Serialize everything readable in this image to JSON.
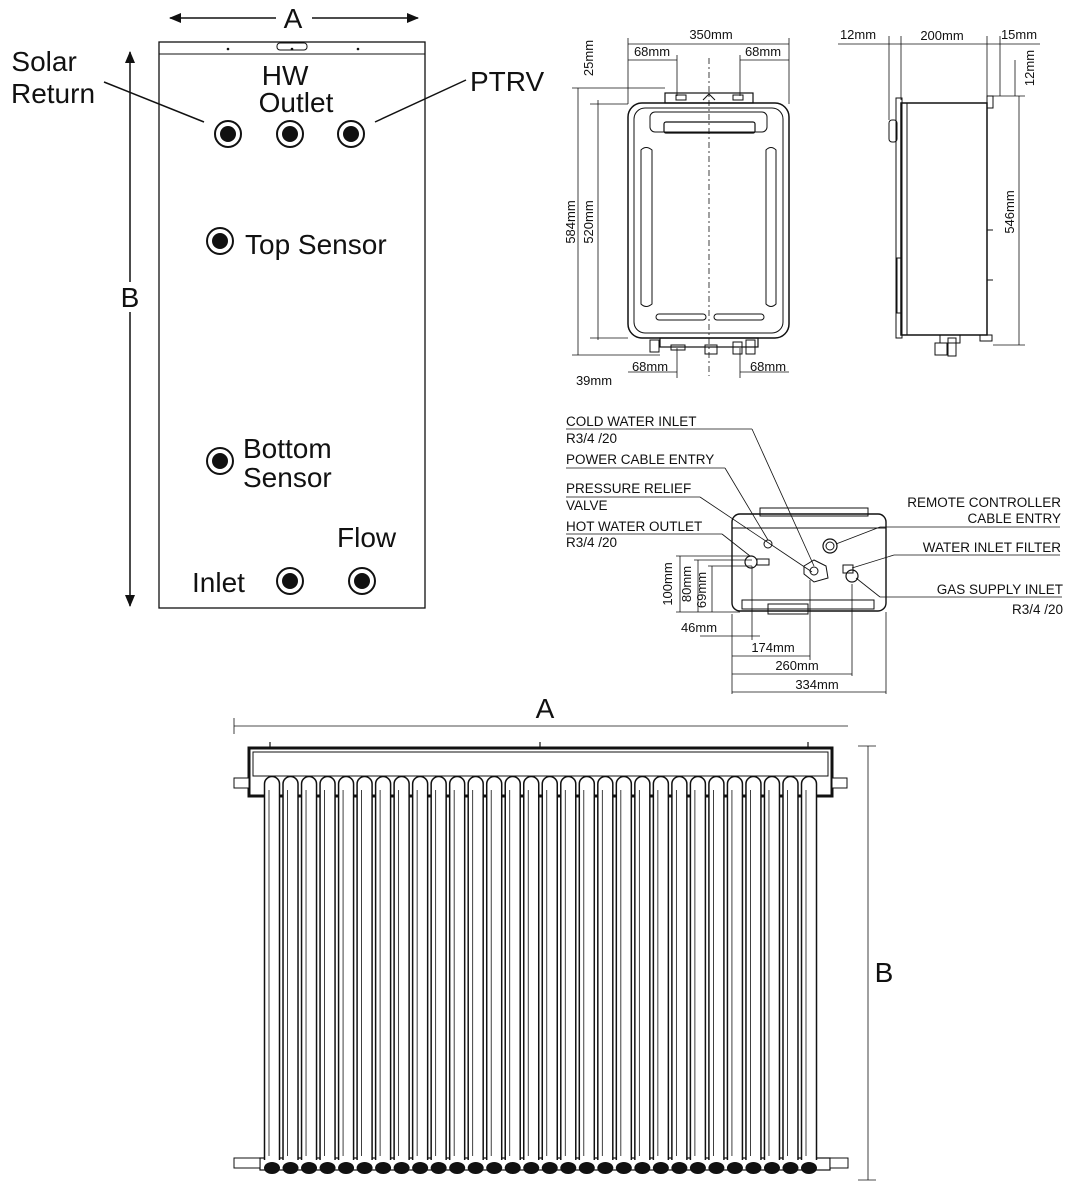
{
  "tank": {
    "dim_width_label": "A",
    "dim_height_label": "B",
    "ports": {
      "solar_return": [
        "Solar",
        "Return"
      ],
      "hw_outlet": [
        "HW",
        "Outlet"
      ],
      "ptrv": "PTRV",
      "top_sensor": "Top Sensor",
      "bottom_sensor": [
        "Bottom",
        "Sensor"
      ],
      "flow": "Flow",
      "inlet": "Inlet"
    }
  },
  "front_view": {
    "width": "350mm",
    "bracket_left": "68mm",
    "bracket_right": "68mm",
    "top_offset": "25mm",
    "height_total": "584mm",
    "height_body": "520mm",
    "bottom_offset": "39mm",
    "bottom_left": "68mm",
    "bottom_right": "68mm"
  },
  "side_view": {
    "left_gap": "12mm",
    "depth": "200mm",
    "right_gap": "15mm",
    "top_gap": "12mm",
    "height": "546mm"
  },
  "bottom_view": {
    "labels": {
      "cold_inlet": "COLD WATER INLET",
      "cold_inlet_size": "R3/4  /20",
      "power_cable": "POWER CABLE ENTRY",
      "pressure_relief": "PRESSURE RELIEF",
      "pressure_relief_2": "VALVE",
      "hot_outlet": "HOT WATER OUTLET",
      "hot_outlet_size": "R3/4  /20",
      "remote_controller": "REMOTE CONTROLLER",
      "remote_controller_2": "CABLE ENTRY",
      "water_filter": "WATER INLET FILTER",
      "gas_inlet": "GAS SUPPLY INLET",
      "gas_inlet_size": "R3/4  /20"
    },
    "dims": {
      "d100": "100mm",
      "d80": "80mm",
      "d69": "69mm",
      "d46": "46mm",
      "d174": "174mm",
      "d260": "260mm",
      "d334": "334mm"
    }
  },
  "collector": {
    "dim_width_label": "A",
    "dim_height_label": "B",
    "tube_count": 30
  }
}
